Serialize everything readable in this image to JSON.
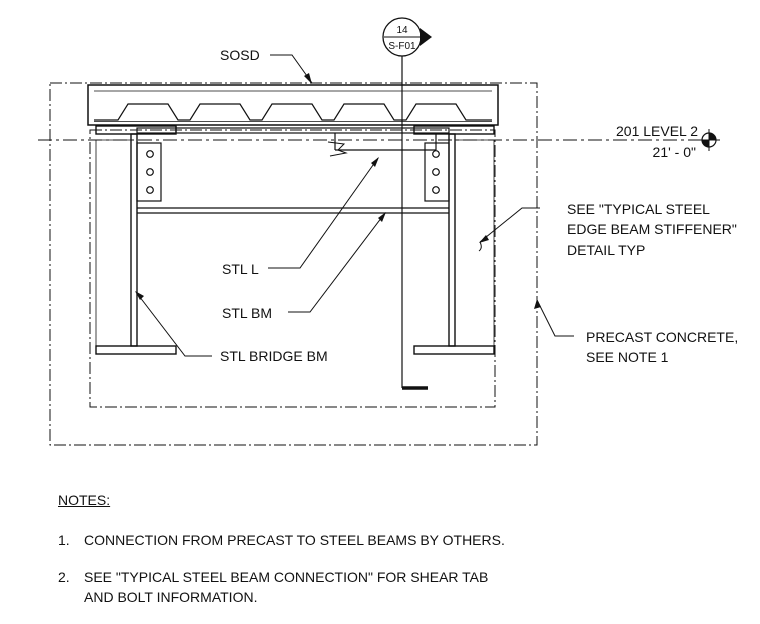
{
  "section_marker": {
    "number": "14",
    "sheet": "S-F01"
  },
  "level": {
    "name": "201 LEVEL 2",
    "elevation": "21' - 0\""
  },
  "labels": {
    "sosd": "SOSD",
    "stl_l": "STL L",
    "stl_bm": "STL BM",
    "stl_bridge_bm": "STL BRIDGE BM",
    "stiffener": [
      "SEE \"TYPICAL STEEL",
      "EDGE BEAM STIFFENER\"",
      "DETAIL TYP"
    ],
    "precast": [
      "PRECAST CONCRETE,",
      "SEE NOTE 1"
    ]
  },
  "notes": {
    "title": "NOTES:",
    "items": [
      {
        "num": "1.",
        "text": "CONNECTION FROM PRECAST TO STEEL BEAMS BY OTHERS."
      },
      {
        "num": "2.",
        "text": "SEE \"TYPICAL STEEL BEAM CONNECTION\" FOR SHEAR TAB\nAND BOLT INFORMATION."
      }
    ]
  }
}
